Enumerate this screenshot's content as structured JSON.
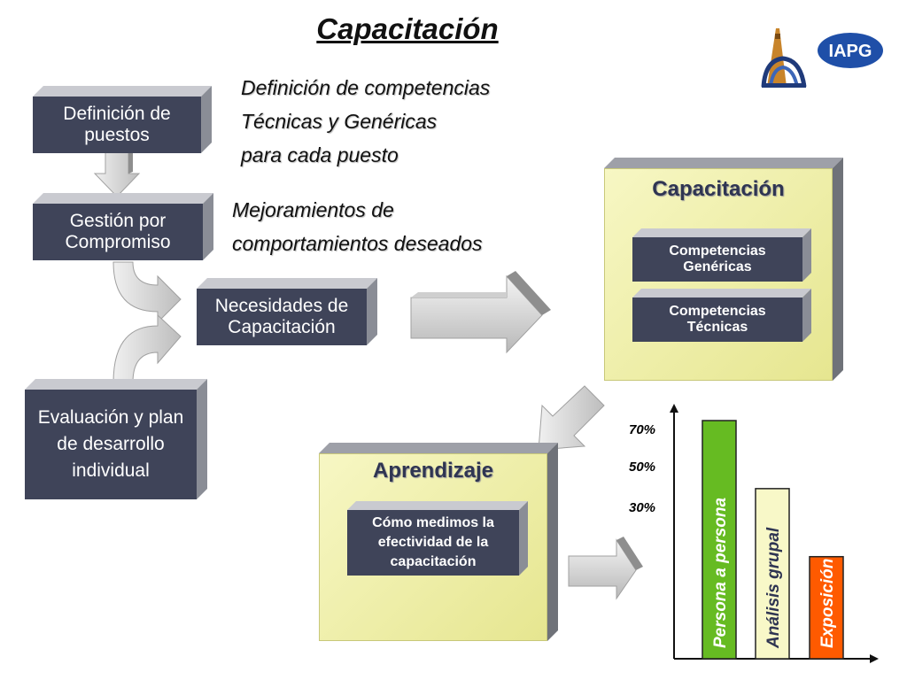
{
  "title": "Capacitación",
  "definition_text": [
    "Definición de competencias",
    "Técnicas y Genéricas",
    "para cada puesto"
  ],
  "improvement_text": [
    "Mejoramientos de",
    "comportamientos deseados"
  ],
  "boxes": {
    "definicion": "Definición de puestos",
    "gestion": "Gestión por Compromiso",
    "necesidades": "Necesidades de Capacitación",
    "evaluacion": "Evaluación y plan de desarrollo individual"
  },
  "capacitacion_panel": {
    "title": "Capacitación",
    "items": [
      "Competencias Genéricas",
      "Competencias Técnicas"
    ]
  },
  "aprendizaje_panel": {
    "title": "Aprendizaje",
    "item": "Cómo medimos la efectividad de la capacitación"
  },
  "logos": {
    "brand": "IAPG"
  },
  "chart_data": {
    "type": "bar",
    "categories": [
      "Persona a persona",
      "Análisis grupal",
      "Exposición"
    ],
    "values": [
      70,
      50,
      30
    ],
    "tick_labels": [
      "70%",
      "50%",
      "30%"
    ],
    "colors": [
      "#66bb22",
      "#f8f8c8",
      "#ff5a00"
    ],
    "ylim": [
      0,
      70
    ]
  }
}
